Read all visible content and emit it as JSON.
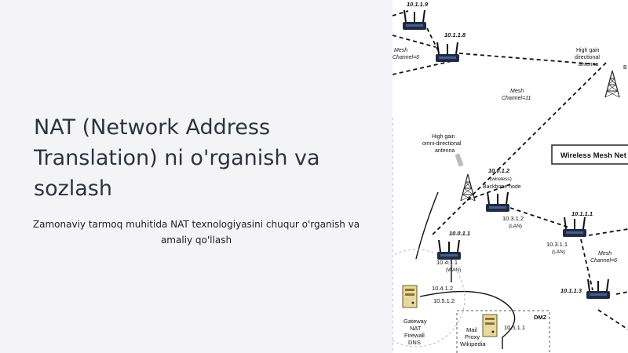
{
  "slide": {
    "title": "NAT (Network Address Translation) ni o'rganish va sozlash",
    "subtitle": "Zamonaviy tarmoq muhitida NAT texnologiyasini chuqur o'rganish va amaliy qo'llash"
  },
  "diagram": {
    "title": "Wireless Mesh Net",
    "labels": {
      "n1019": "10.1.1.9",
      "n1018": "10.1.1.8",
      "mesh6_top_a": "Mesh",
      "mesh6_top_b": "Channel=6",
      "mesh11_a": "Mesh",
      "mesh11_b": "Channel=11",
      "hg_dir_a": "High gain",
      "hg_dir_b": "directional",
      "hg_dir_c": "antenna",
      "hg_omni_a": "High gain",
      "hg_omni_b": "omni-directional",
      "hg_omni_c": "antenna",
      "n10012": "10.0.1.2",
      "wireless": "(wireless)",
      "backbone": "Backbone node",
      "n10312": "10.3.1.2",
      "lan1": "(LAN)",
      "n1011": "10.1.1.1",
      "n10311": "10.3.1.1",
      "lan2": "(LAN)",
      "mesh6_right_a": "Mesh",
      "mesh6_right_b": "Channel=6",
      "n10011": "10.0.1.1",
      "n10411": "10.4.1.1",
      "wan": "(WAN)",
      "n1013": "10.1.1.3",
      "n10412": "10.4.1.2",
      "n10512": "10.5.1.2",
      "gw_a": "Gateway",
      "gw_b": "NAT",
      "gw_c": "Firewall",
      "gw_d": "DNS",
      "dmz": "DMZ",
      "srv_a": "Mail",
      "srv_b": "Proxy",
      "srv_c": "Wikipedia",
      "n10511": "10.5.1.1"
    }
  }
}
